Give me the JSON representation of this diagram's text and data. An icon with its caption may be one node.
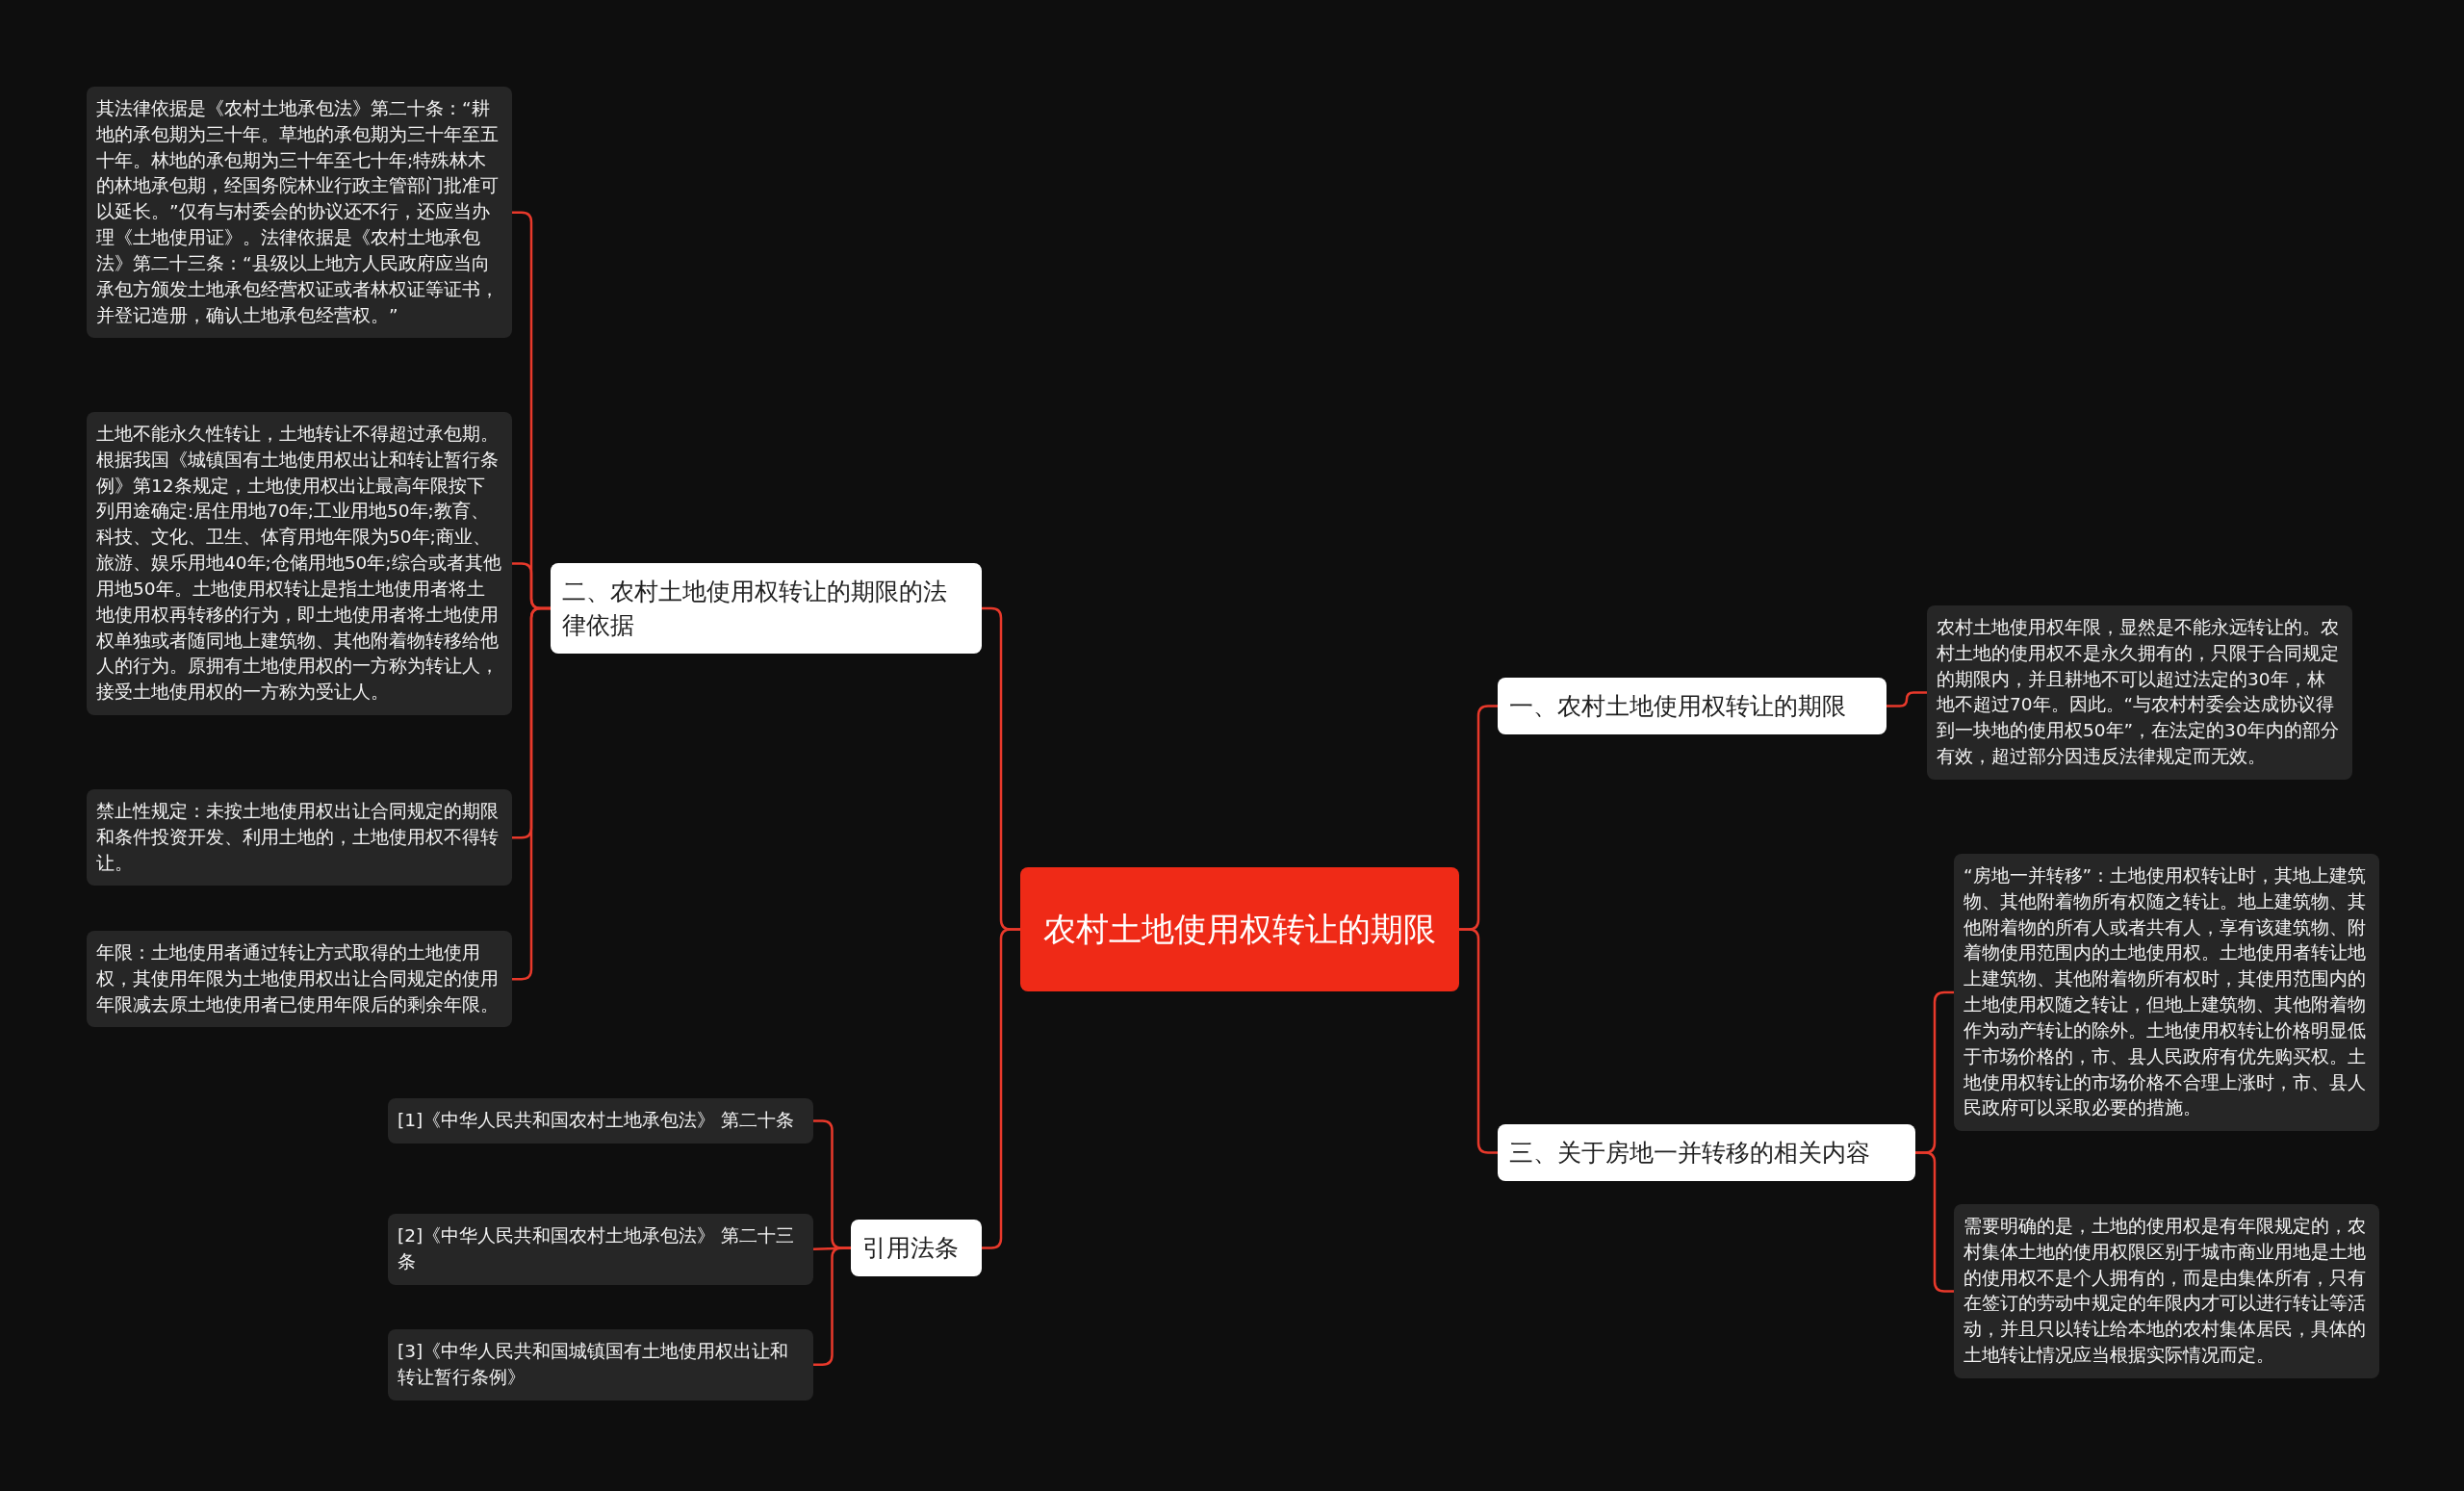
{
  "diagram": {
    "nodes": [
      {
        "text": [
          "农村土地使用权转让的期限"
        ]
      },
      {
        "text": [
          "一、农村土地使用权转让的期限"
        ]
      },
      {
        "text": [
          "农村土地使用权年限，显然是不能永远转让的。农村土地的使用权不是永久拥有的，只限于合同规定的期限内，并且耕地不可以超过法定的30年，林地不超过70年。因此。“与农村村委会达成协议得到一块地的使用权50年”，在法定的30年内的部分有效，超过部分因违反法律规定而无效。"
        ]
      },
      {
        "text": [
          "三、关于房地一并转移的相关内容"
        ]
      },
      {
        "text": [
          "“房地一并转移”：土地使用权转让时，其地上建筑物、其他附着物所有权随之转让。地上建筑物、其他附着物的所有人或者共有人，享有该建筑物、附着物使用范围内的土地使用权。土地使用者转让地上建筑物、其他附着物所有权时，其使用范围内的土地使用权随之转让，但地上建筑物、其他附着物作为动产转让的除外。土地使用权转让价格明显低于市场价格的，市、县人民政府有优先购买权。土地使用权转让的市场价格不合理上涨时，市、县人民政府可以采取必要的措施。"
        ]
      },
      {
        "text": [
          "需要明确的是，土地的使用权是有年限规定的，农村集体土地的使用权限区别于城市商业用地是土地的使用权不是个人拥有的，而是由集体所有，只有在签订的劳动中规定的年限内才可以进行转让等活动，并且只以转让给本地的农村集体居民，具体的土地转让情况应当根据实际情况而定。"
        ]
      },
      {
        "text": [
          "二、农村土地使用权转让的期限的法律依据"
        ]
      },
      {
        "text": [
          "其法律依据是《农村土地承包法》第二十条：“耕地的承包期为三十年。草地的承包期为三十年至五十年。林地的承包期为三十年至七十年;特殊林木的林地承包期，经国务院林业行政主管部门批准可以延长。”仅有与村委会的协议还不行，还应当办理《土地使用证》。法律依据是《农村土地承包法》第二十三条：“县级以上地方人民政府应当向承包方颁发土地承包经营权证或者林权证等证书，并登记造册，确认土地承包经营权。”"
        ]
      },
      {
        "text": [
          "土地不能永久性转让，土地转让不得超过承包期。根据我国《城镇国有土地使用权出让和转让暂行条例》第12条规定，土地使用权出让最高年限按下列用途确定:居住用地70年;工业用地50年;教育、科技、文化、卫生、体育用地年限为50年;商业、旅游、娱乐用地40年;仓储用地50年;综合或者其他用地50年。土地使用权转让是指土地使用者将土地使用权再转移的行为，即土地使用者将土地使用权单独或者随同地上建筑物、其他附着物转移给他人的行为。原拥有土地使用权的一方称为转让人，接受土地使用权的一方称为受让人。"
        ]
      },
      {
        "text": [
          "禁止性规定：未按土地使用权出让合同规定的期限和条件投资开发、利用土地的，土地使用权不得转让。"
        ]
      },
      {
        "text": [
          "年限：土地使用者通过转让方式取得的土地使用权，其使用年限为土地使用权出让合同规定的使用年限减去原土地使用者已使用年限后的剩余年限。"
        ]
      },
      {
        "text": [
          "引用法条"
        ]
      },
      {
        "text": [
          "[1]《中华人民共和国农村土地承包法》 第二十条"
        ]
      },
      {
        "text": [
          "[2]《中华人民共和国农村土地承包法》 第二十三条"
        ]
      },
      {
        "text": [
          "[3]《中华人民共和国城镇国有土地使用权出让和转让暂行条例》"
        ]
      }
    ],
    "edges": [
      {
        "from": 0,
        "to": 1,
        "arrow": "none"
      },
      {
        "from": 1,
        "to": 2,
        "arrow": "none"
      },
      {
        "from": 0,
        "to": 3,
        "arrow": "none"
      },
      {
        "from": 3,
        "to": 4,
        "arrow": "none"
      },
      {
        "from": 3,
        "to": 5,
        "arrow": "none"
      },
      {
        "from": 0,
        "to": 6,
        "arrow": "none"
      },
      {
        "from": 6,
        "to": 7,
        "arrow": "none"
      },
      {
        "from": 6,
        "to": 8,
        "arrow": "none"
      },
      {
        "from": 6,
        "to": 9,
        "arrow": "none"
      },
      {
        "from": 6,
        "to": 10,
        "arrow": "none"
      },
      {
        "from": 0,
        "to": 11,
        "arrow": "none"
      },
      {
        "from": 11,
        "to": 12,
        "arrow": "none"
      },
      {
        "from": 11,
        "to": 13,
        "arrow": "none"
      },
      {
        "from": 11,
        "to": 14,
        "arrow": "none"
      }
    ]
  }
}
